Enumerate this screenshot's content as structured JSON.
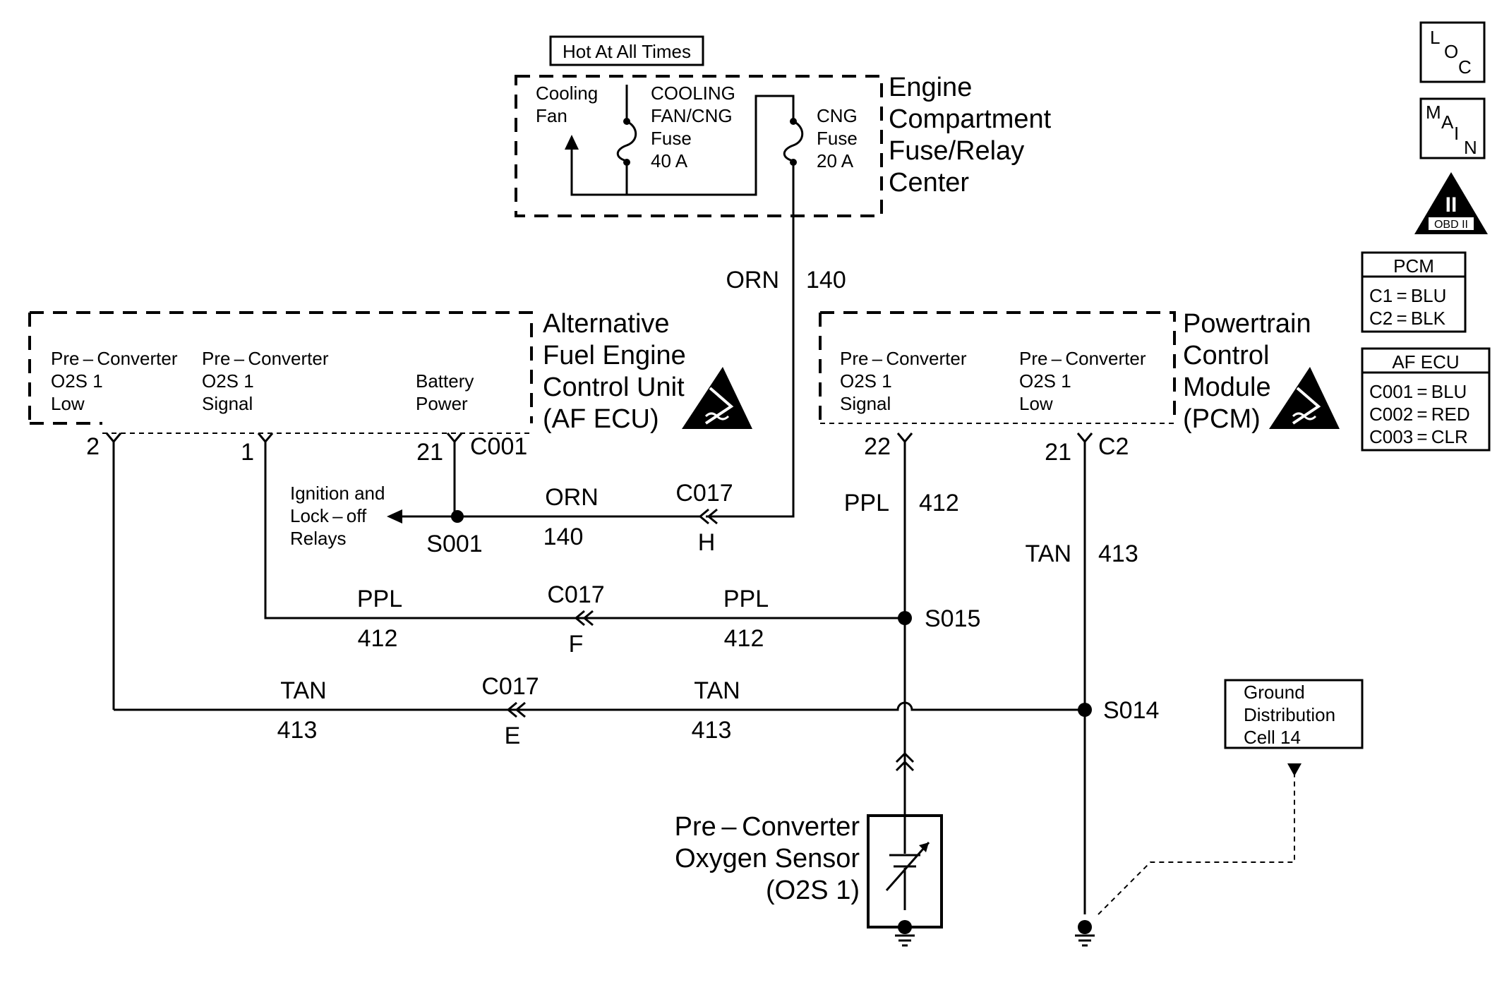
{
  "hot_label": "Hot At All Times",
  "fuse_center": {
    "title_lines": [
      "Engine",
      "Compartment",
      "Fuse/Relay",
      "Center"
    ],
    "cooling_fan": [
      "Cooling",
      "Fan"
    ],
    "cooling_fuse": [
      "COOLING",
      "FAN/CNG",
      "Fuse",
      "40 A"
    ],
    "cng_fuse": [
      "CNG",
      "Fuse",
      "20 A"
    ]
  },
  "feed_wire": {
    "color": "ORN",
    "circuit": "140"
  },
  "af_ecu": {
    "title_lines": [
      "Alternative",
      "Fuel Engine",
      "Control Unit",
      "(AF ECU)"
    ],
    "pin_low": [
      "Pre – Converter",
      "O2S 1",
      "Low"
    ],
    "pin_signal": [
      "Pre – Converter",
      "O2S 1",
      "Signal"
    ],
    "pin_battery": [
      "Battery",
      "Power"
    ],
    "pin_nums": [
      "2",
      "1",
      "21"
    ],
    "connector": "C001"
  },
  "pcm": {
    "title_lines": [
      "Powertrain",
      "Control",
      "Module",
      "(PCM)"
    ],
    "pin_signal": [
      "Pre – Converter",
      "O2S 1",
      "Signal"
    ],
    "pin_low": [
      "Pre – Converter",
      "O2S 1",
      "Low"
    ],
    "pin_nums": [
      "22",
      "21"
    ],
    "connector": "C2"
  },
  "relays_label": [
    "Ignition and",
    "Lock – off",
    "Relays"
  ],
  "splices": {
    "s001": "S001",
    "s015": "S015",
    "s014": "S014"
  },
  "c017": {
    "name": "C017",
    "pin_h": "H",
    "pin_f": "F",
    "pin_e": "E"
  },
  "wires": {
    "orn": {
      "color": "ORN",
      "circuit": "140"
    },
    "ppl": {
      "color": "PPL",
      "circuit": "412"
    },
    "tan": {
      "color": "TAN",
      "circuit": "413"
    }
  },
  "sensor_label": [
    "Pre – Converter",
    "Oxygen Sensor",
    "(O2S 1)"
  ],
  "ground_label": [
    "Ground",
    "Distribution",
    "Cell 14"
  ],
  "legend": {
    "loc": [
      "L",
      "O",
      "C"
    ],
    "main": [
      "M",
      "A",
      "I",
      "N"
    ],
    "obd": {
      "numeral": "II",
      "text": "OBD II"
    },
    "pcm_box": {
      "title": "PCM",
      "rows": [
        "C1 = BLU",
        "C2 = BLK"
      ]
    },
    "afecu_box": {
      "title": "AF ECU",
      "rows": [
        "C001 = BLU",
        "C002 = RED",
        "C003 = CLR"
      ]
    }
  }
}
